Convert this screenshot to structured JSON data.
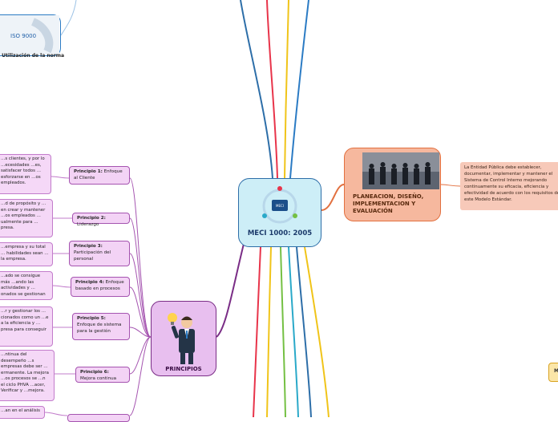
{
  "central": {
    "title": "MECI 1000: 2005",
    "logo_text": "MECI"
  },
  "iso": {
    "image_text": "ISO 9000",
    "label": "Utilización de la norma"
  },
  "planeacion": {
    "title": "PLANEACION, DISEÑO, IMPLEMENTACION Y EVALUACIÓN",
    "description": "La Entidad Pública debe establecer, documentar, implementar y mantener el Sistema de Control Interno mejorando continuamente su eficacia, eficiencia y efectividad de acuerdo con los requisitos de este Modelo Estándar."
  },
  "principios": {
    "title": "PRINCIPIOS",
    "items": [
      {
        "label": "Principio 1:",
        "text": "Enfoque al Cliente",
        "detail": "…s clientes, y por lo …ecesidades …es, satisfacer todos …esforzarse en …os empleados."
      },
      {
        "label": "Principio 2:",
        "text": "Liderazgo",
        "detail": "…d de propósito y …en crear y mantener …os empleados …ualmente para …presa."
      },
      {
        "label": "Principio 3:",
        "text": "Participación del personal",
        "detail": "…empresa y su total … habilidades sean …la empresa."
      },
      {
        "label": "Principio 4:",
        "text": "Enfoque basado en procesos",
        "detail": "…ado se consigue más …ando las actividades y …onados se gestionan"
      },
      {
        "label": "Principio 5:",
        "text": "Enfoque de sistema para la gestión",
        "detail": "…r y gestionar los …cionados como un …e a la eficiencia y …presa para conseguir"
      },
      {
        "label": "Principio 6:",
        "text": "Mejora continua",
        "detail": "…ntinua del desempeño …s empresas debe ser …ermanente. La mejora …os procesos se …n el ciclo PHVA …acer, Verificar y …mejora."
      },
      {
        "label": "",
        "text": "",
        "detail": "…an en el análisis"
      }
    ]
  },
  "right_stub": {
    "label": "M"
  },
  "colors": {
    "principios_branch": "#7a2d86",
    "planeacion_branch": "#e2703f",
    "iso_branch": "#2b7bc4"
  }
}
